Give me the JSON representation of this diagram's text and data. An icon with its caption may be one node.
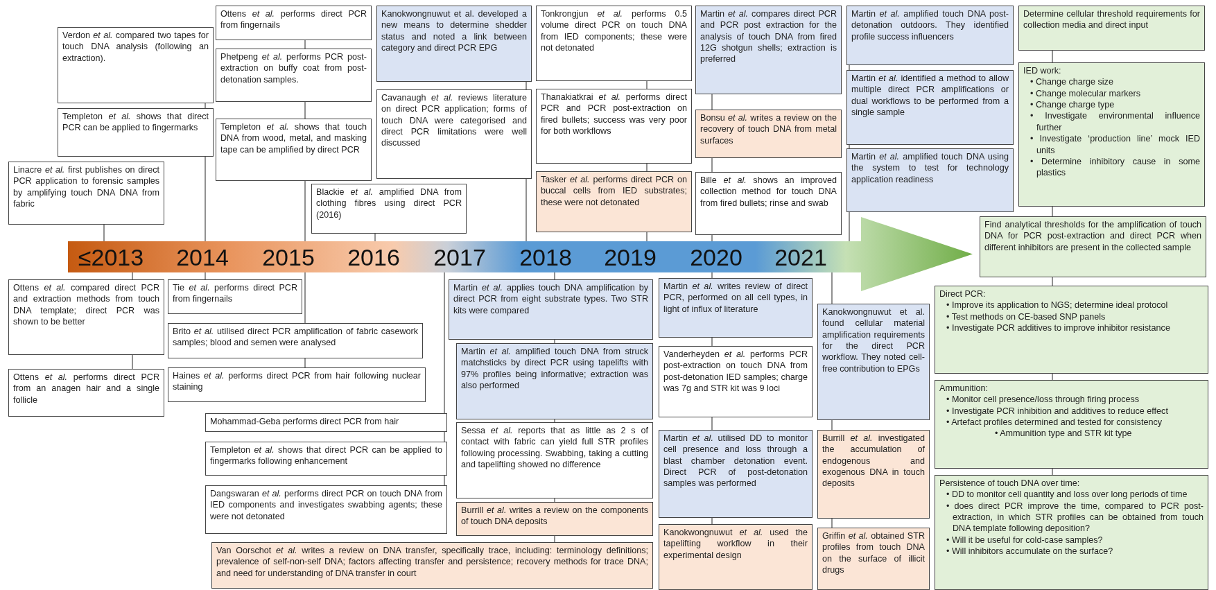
{
  "diagram": {
    "nodes": [
      {
        "text": [
          "≤2013",
          "2014",
          "2015",
          "2016",
          "2017",
          "2018",
          "2019",
          "2020",
          "2021"
        ]
      },
      {
        "text": [
          "Verdon *et al.* compared two tapes for touch DNA analysis (following an extraction)."
        ]
      },
      {
        "text": [
          "Templeton *et al.* shows that direct PCR can be applied to fingermarks"
        ]
      },
      {
        "text": [
          "Linacre *et al.* first publishes on direct PCR application to forensic samples by amplifying touch DNA DNA from fabric"
        ]
      },
      {
        "text": [
          "Ottens *et al.* performs direct PCR from fingernails"
        ]
      },
      {
        "text": [
          "Phetpeng *et al.* performs PCR post-extraction on buffy coat from post-detonation samples."
        ]
      },
      {
        "text": [
          "Templeton *et al.* shows that touch DNA from wood, metal, and masking tape can be amplified by direct PCR"
        ]
      },
      {
        "text": [
          "Blackie *et al.* amplified DNA from clothing fibres using direct PCR (2016)"
        ]
      },
      {
        "text": [
          "Kanokwongnuwut et al. developed a new means to determine shedder status and noted a link between category and direct PCR EPG"
        ]
      },
      {
        "text": [
          "Cavanaugh *et al.* reviews literature on direct PCR application; forms of touch DNA were categorised and direct PCR limitations were well discussed"
        ]
      },
      {
        "text": [
          "Tonkrongjun *et al.* performs 0.5 volume direct PCR on touch DNA from IED components; these were not detonated"
        ]
      },
      {
        "text": [
          "Thanakiatkrai *et al.* performs direct PCR and PCR post-extraction on fired bullets; success was very poor for both workflows"
        ]
      },
      {
        "text": [
          "Tasker *et al.* performs direct PCR on buccal cells from IED substrates; these were not detonated"
        ]
      },
      {
        "text": [
          "Martin *et al.* compares direct PCR and PCR post extraction for the analysis of touch DNA from fired 12G shotgun shells; extraction is preferred"
        ]
      },
      {
        "text": [
          "Bonsu *et al.* writes a review on the recovery of touch DNA from metal surfaces"
        ]
      },
      {
        "text": [
          "Bille *et al.* shows an improved collection method for touch DNA from fired bullets; rinse and swab"
        ]
      },
      {
        "text": [
          "Martin *et al.* amplified touch DNA post-detonation outdoors. They identified profile success influencers"
        ]
      },
      {
        "text": [
          "Martin *et al.* identified a method to allow multiple direct PCR amplifications or dual workflows to be performed from a single sample"
        ]
      },
      {
        "text": [
          "Martin *et al.* amplified touch DNA using the system to test for technology application readiness"
        ]
      },
      {
        "text": [
          "Determine cellular threshold requirements for collection media and direct input"
        ]
      },
      {
        "text": [
          "IED work:",
          "• Change charge size",
          "• Change molecular markers",
          "• Change charge type",
          "• Investigate environmental influence further",
          "• Investigate ‘production line’ mock IED units",
          "• Determine inhibitory cause in some plastics"
        ]
      },
      {
        "text": [
          "Find analytical thresholds for the amplification of touch DNA for PCR post-extraction and direct PCR when different inhibitors are present in the collected sample"
        ]
      },
      {
        "text": [
          "Direct PCR:",
          "• Improve its application to NGS; determine ideal protocol",
          "• Test methods on CE-based SNP panels",
          "• Investigate PCR additives to improve inhibitor resistance"
        ]
      },
      {
        "text": [
          "Ammunition:",
          "• Monitor cell presence/loss through firing process",
          "• Investigate PCR inhibition and additives to reduce effect",
          "• Artefact profiles determined and tested for consistency",
          "• Ammunition type and STR kit type"
        ]
      },
      {
        "text": [
          "Persistence of touch DNA over time:",
          "• DD to monitor cell quantity and loss over long periods of time",
          "• does direct PCR improve the time, compared to PCR post-extraction, in which STR profiles can be obtained from touch DNA template following deposition?",
          "• Will it be useful for cold-case samples?",
          "• Will inhibitors accumulate on the surface?"
        ]
      },
      {
        "text": [
          "Ottens *et al.* compared direct PCR and extraction methods from touch DNA template; direct PCR was shown to be better"
        ]
      },
      {
        "text": [
          "Ottens *et al.* performs direct PCR from an anagen hair and a single follicle"
        ]
      },
      {
        "text": [
          "Tie *et al.* performs direct PCR from fingernails"
        ]
      },
      {
        "text": [
          "Brito *et al.* utilised direct PCR amplification of fabric casework samples; blood and semen were analysed"
        ]
      },
      {
        "text": [
          "Haines *et al.* performs direct PCR from hair following nuclear staining"
        ]
      },
      {
        "text": [
          "Mohammad-Geba performs direct PCR from hair"
        ]
      },
      {
        "text": [
          "Templeton *et al.* shows that direct PCR can be applied to fingermarks following enhancement"
        ]
      },
      {
        "text": [
          "Dangswaran *et al.* performs direct PCR on touch DNA from IED components and investigates swabbing agents; these were not detonated"
        ]
      },
      {
        "text": [
          "Van Oorschot *et al.* writes a review on DNA transfer, specifically trace, including: terminology definitions; prevalence of self-non-self DNA; factors affecting transfer and persistence; recovery methods for trace DNA; and need for understanding of DNA transfer in court"
        ]
      },
      {
        "text": [
          "Martin *et al.* applies touch DNA amplification by direct PCR from eight substrate types. Two STR kits were compared"
        ]
      },
      {
        "text": [
          "Martin *et al.* amplified touch DNA from struck matchsticks by direct PCR using tapelifts with 97% profiles being informative; extraction was also performed"
        ]
      },
      {
        "text": [
          "Sessa *et al.* reports that as little as 2 s of contact with fabric can yield full STR profiles following processing. Swabbing, taking a cutting and tapelifting showed no difference"
        ]
      },
      {
        "text": [
          "Burrill *et al.* writes a review on the components of touch DNA deposits"
        ]
      },
      {
        "text": [
          "Martin *et al.* writes review of direct PCR, performed on all cell types, in light of influx of literature"
        ]
      },
      {
        "text": [
          "Vanderheyden *et al.* performs PCR post-extraction on touch DNA from post-detonation IED samples; charge was 7g and STR kit was 9 loci"
        ]
      },
      {
        "text": [
          "Martin *et al.* utilised DD to monitor cell presence and loss through a blast chamber detonation event. Direct PCR of post-detonation samples was performed"
        ]
      },
      {
        "text": [
          "Kanokwongnuwut *et al.* used the tapelifting workflow in their experimental design"
        ]
      },
      {
        "text": [
          "Kanokwongnuwut et al. found cellular material amplification requirements for the direct PCR workflow. They noted cell-free contribution to EPGs"
        ]
      },
      {
        "text": [
          "Burrill *et al.* investigated the accumulation of endogenous and exogenous DNA in touch deposits"
        ]
      },
      {
        "text": [
          "Griffin *et al.* obtained STR profiles from touch DNA on the surface of illicit drugs"
        ]
      }
    ],
    "edges": [
      {
        "from": 3,
        "to": 0,
        "arrow": "none"
      },
      {
        "from": 1,
        "to": 2,
        "arrow": "none"
      },
      {
        "from": 2,
        "to": 0,
        "arrow": "none"
      },
      {
        "from": 4,
        "to": 5,
        "arrow": "none"
      },
      {
        "from": 5,
        "to": 6,
        "arrow": "none"
      },
      {
        "from": 6,
        "to": 0,
        "arrow": "none"
      },
      {
        "from": 7,
        "to": 0,
        "arrow": "none"
      },
      {
        "from": 8,
        "to": 9,
        "arrow": "none"
      },
      {
        "from": 9,
        "to": 0,
        "arrow": "none"
      },
      {
        "from": 10,
        "to": 11,
        "arrow": "none"
      },
      {
        "from": 11,
        "to": 12,
        "arrow": "none"
      },
      {
        "from": 12,
        "to": 0,
        "arrow": "none"
      },
      {
        "from": 13,
        "to": 14,
        "arrow": "none"
      },
      {
        "from": 14,
        "to": 15,
        "arrow": "none"
      },
      {
        "from": 15,
        "to": 0,
        "arrow": "none"
      },
      {
        "from": 16,
        "to": 17,
        "arrow": "none"
      },
      {
        "from": 17,
        "to": 18,
        "arrow": "none"
      },
      {
        "from": 18,
        "to": 0,
        "arrow": "none"
      },
      {
        "from": 19,
        "to": 20,
        "arrow": "none"
      },
      {
        "from": 20,
        "to": 21,
        "arrow": "none"
      },
      {
        "from": 21,
        "to": 22,
        "arrow": "none"
      },
      {
        "from": 22,
        "to": 23,
        "arrow": "none"
      },
      {
        "from": 23,
        "to": 24,
        "arrow": "none"
      },
      {
        "from": 0,
        "to": 25,
        "arrow": "none"
      },
      {
        "from": 25,
        "to": 26,
        "arrow": "none"
      },
      {
        "from": 0,
        "to": 27,
        "arrow": "none"
      },
      {
        "from": 0,
        "to": 28,
        "arrow": "none"
      },
      {
        "from": 28,
        "to": 29,
        "arrow": "none"
      },
      {
        "from": 0,
        "to": 30,
        "arrow": "none"
      },
      {
        "from": 30,
        "to": 31,
        "arrow": "none"
      },
      {
        "from": 31,
        "to": 32,
        "arrow": "none"
      },
      {
        "from": 0,
        "to": 34,
        "arrow": "none"
      },
      {
        "from": 34,
        "to": 35,
        "arrow": "none"
      },
      {
        "from": 35,
        "to": 36,
        "arrow": "none"
      },
      {
        "from": 36,
        "to": 37,
        "arrow": "none"
      },
      {
        "from": 37,
        "to": 33,
        "arrow": "none"
      },
      {
        "from": 0,
        "to": 38,
        "arrow": "none"
      },
      {
        "from": 38,
        "to": 39,
        "arrow": "none"
      },
      {
        "from": 39,
        "to": 40,
        "arrow": "none"
      },
      {
        "from": 40,
        "to": 41,
        "arrow": "none"
      },
      {
        "from": 0,
        "to": 42,
        "arrow": "none"
      },
      {
        "from": 42,
        "to": 43,
        "arrow": "none"
      },
      {
        "from": 43,
        "to": 44,
        "arrow": "none"
      }
    ]
  }
}
